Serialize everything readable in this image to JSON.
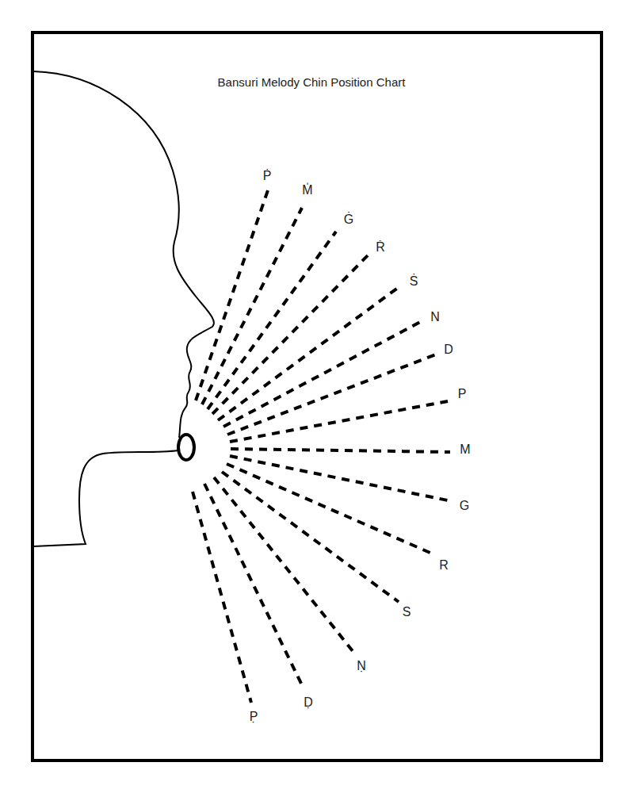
{
  "diagram": {
    "title": "Bansuri Melody Chin Position Chart",
    "labels": [
      "Ṗ",
      "M̍",
      "Ġ",
      "Ṙ",
      "Ṡ",
      "N",
      "D",
      "P",
      "M",
      "G",
      "R",
      "S",
      "Ṇ",
      "Ḍ",
      "P̣"
    ]
  }
}
